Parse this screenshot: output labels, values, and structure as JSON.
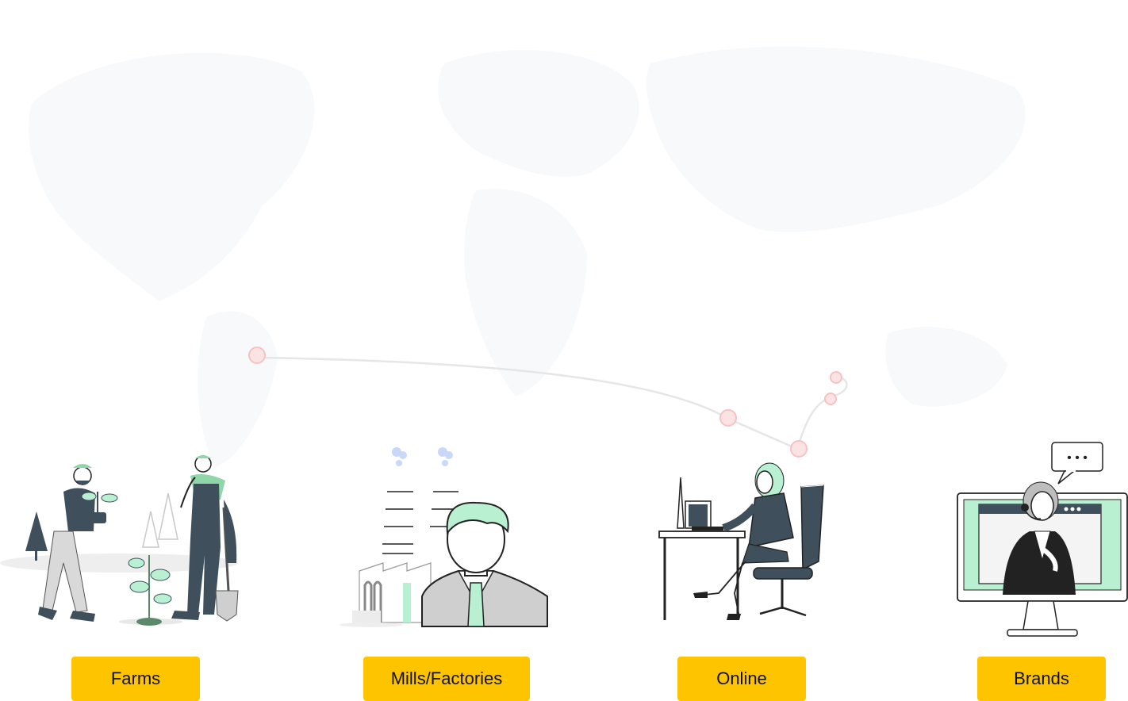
{
  "colors": {
    "label_bg": "#ffc400",
    "label_text": "#111111",
    "route_line": "#e6e6e6",
    "pin": "#f4a6a6",
    "mint": "#b9f0d2",
    "slate": "#3f4f5c"
  },
  "stages": [
    {
      "label": "Farms",
      "icon": "farmers-planting-icon"
    },
    {
      "label": "Mills/Factories",
      "icon": "factory-manager-icon"
    },
    {
      "label": "Online",
      "icon": "office-worker-computer-icon"
    },
    {
      "label": "Brands",
      "icon": "customer-support-monitor-icon"
    }
  ],
  "speech_bubble": "• • •"
}
